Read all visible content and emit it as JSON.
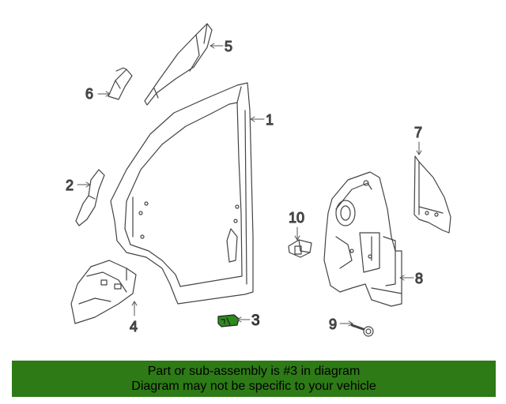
{
  "callouts": {
    "c1": "1",
    "c2": "2",
    "c3": "3",
    "c4": "4",
    "c5": "5",
    "c6": "6",
    "c7": "7",
    "c8": "8",
    "c9": "9",
    "c10": "10"
  },
  "highlight_part": "3",
  "colors": {
    "highlight": "#2d8a1e",
    "banner": "#2d7a16",
    "line": "#444444"
  },
  "banner": {
    "line1": "Part or sub-assembly is #3 in diagram",
    "line2": "Diagram may not be specific to your vehicle"
  }
}
